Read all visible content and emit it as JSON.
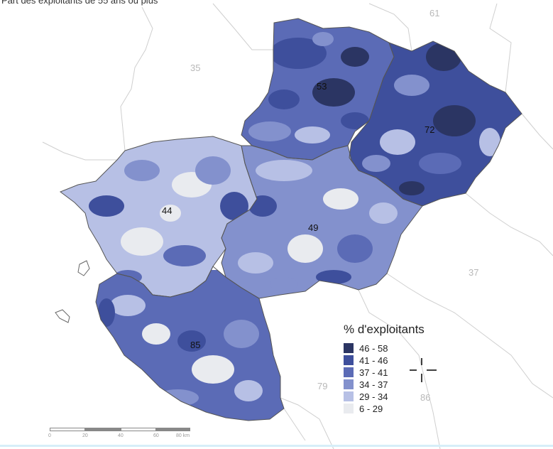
{
  "title": "Part des exploitants de 55 ans ou plus",
  "departments": [
    {
      "code": "53"
    },
    {
      "code": "72"
    },
    {
      "code": "44"
    },
    {
      "code": "49"
    },
    {
      "code": "85"
    }
  ],
  "neighbors": [
    {
      "code": "61"
    },
    {
      "code": "35"
    },
    {
      "code": "37"
    },
    {
      "code": "79"
    },
    {
      "code": "86"
    }
  ],
  "legend": {
    "title": "% d'exploitants",
    "classes": [
      {
        "label": "46  -  58",
        "color": "#2b3563"
      },
      {
        "label": "41  -  46",
        "color": "#3e4f9c"
      },
      {
        "label": "37  -  41",
        "color": "#5b6bb6"
      },
      {
        "label": "34  -  37",
        "color": "#8391cd"
      },
      {
        "label": "29  -  34",
        "color": "#b7c0e5"
      },
      {
        "label": "6  -  29",
        "color": "#e9ebef"
      }
    ]
  },
  "scale": {
    "ticks": [
      "0",
      "20",
      "40",
      "60",
      "80 km"
    ]
  }
}
